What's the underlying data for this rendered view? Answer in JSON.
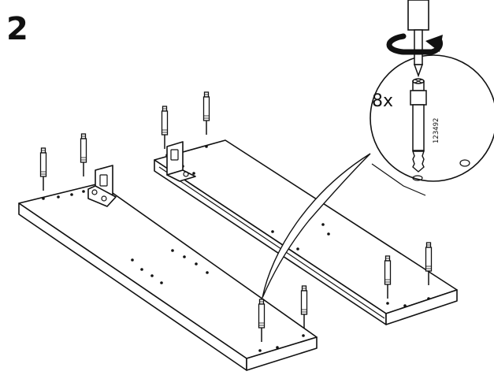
{
  "step": {
    "number": "2"
  },
  "detail": {
    "quantity": "8x",
    "part_number": "123492",
    "tool": "screwdriver-icon",
    "rotation": "clockwise-arrow-icon"
  },
  "colors": {
    "line": "#111111",
    "paper": "#ffffff"
  }
}
